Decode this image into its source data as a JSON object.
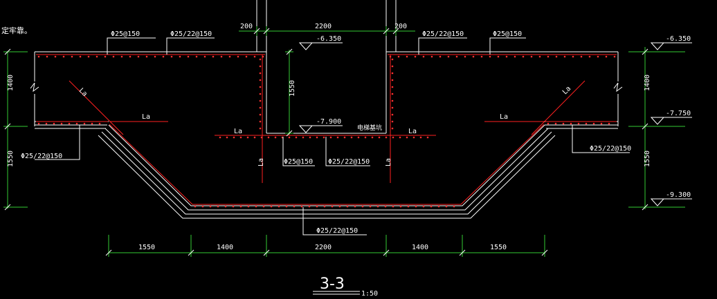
{
  "note": "定牢靠。",
  "title": "3-3",
  "scale": "1:50",
  "pit_label": "电梯基坑",
  "anchorage_label": "La",
  "rebar": {
    "top_left_1": "Φ25@150",
    "top_left_2": "Φ25/22@150",
    "top_right_1": "Φ25/22@150",
    "top_right_2": "Φ25@150",
    "left_step": "Φ25/22@150",
    "right_step": "Φ25/22@150",
    "center_1": "Φ25@150",
    "center_2": "Φ25/22@150",
    "bottom": "Φ25/22@150"
  },
  "elevations": {
    "left_top": "-6.350",
    "left_mid": "-7.900",
    "right_top": "-6.350",
    "right_mid": "-7.750",
    "right_bottom": "-9.300"
  },
  "dims": {
    "top_left": "200",
    "top_mid": "2200",
    "top_right": "200",
    "pit_depth": "1550",
    "left_upper": "1400",
    "left_lower": "1550",
    "right_upper": "1400",
    "right_lower": "1550",
    "bottom": [
      "1550",
      "1400",
      "2200",
      "1400",
      "1550"
    ]
  },
  "colors": {
    "background": "#000000",
    "lines": "#ffffff",
    "dimensions": "#33cc33",
    "rebar": "#ff2020"
  }
}
